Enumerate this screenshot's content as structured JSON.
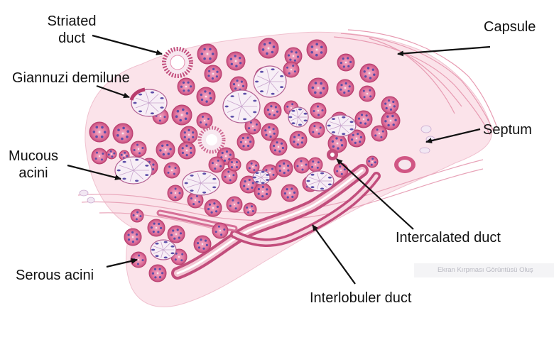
{
  "labels": {
    "striated_duct": [
      "Striated",
      "duct"
    ],
    "capsule": "Capsule",
    "giannuzi_demilune": "Giannuzi demilune",
    "septum": "Septum",
    "mucous_acini": [
      "Mucous",
      "acini"
    ],
    "intercalated_duct": "Intercalated duct",
    "serous_acini": "Serous acini",
    "interlobuler_duct": "Interlobuler duct"
  },
  "watermark_text": "Ekran Kırpması Görüntüsü Oluş",
  "colors": {
    "serous_fill": "#e07aa3",
    "serous_rim": "#b83b6d",
    "mucous_fill": "#f7eef6",
    "nucleus": "#5c4ea8",
    "tissue": "#f6d4de",
    "capsule_fiber": "#e79bb2"
  }
}
